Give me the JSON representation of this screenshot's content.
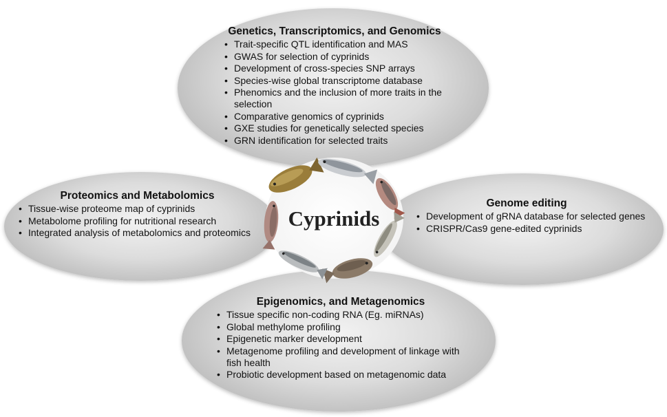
{
  "top": {
    "title": "Genetics, Transcriptomics, and Genomics",
    "items": [
      "Trait-specific QTL identification and MAS",
      "GWAS for selection of cyprinids",
      "Development of cross-species SNP arrays",
      "Species-wise global transcriptome database",
      "Phenomics and the inclusion of more traits in the selection",
      "Comparative genomics of cyprinids",
      "GXE studies for genetically selected species",
      "GRN identification for selected traits"
    ]
  },
  "left": {
    "title": "Proteomics and Metabolomics",
    "items": [
      "Tissue-wise proteome map of cyprinids",
      "Metabolome profiling for nutritional research",
      "Integrated analysis of metabolomics and proteomics"
    ]
  },
  "right": {
    "title": "Genome editing",
    "items": [
      "Development of gRNA database for selected genes",
      "CRISPR/Cas9 gene-edited cyprinids"
    ]
  },
  "bottom": {
    "title": "Epigenomics, and Metagenomics",
    "items": [
      "Tissue specific non-coding RNA (Eg. miRNAs)",
      "Global methylome profiling",
      "Epigenetic marker development",
      "Metagenome profiling and development of linkage with fish health",
      "Probiotic development based on metagenomic data"
    ]
  },
  "center": {
    "label": "Cyprinids",
    "fish_images": [
      "fish-icon"
    ]
  },
  "colors": {
    "ellipse_light": "#f2f2f2",
    "ellipse_dark": "#a8a8a8",
    "text": "#111111"
  }
}
